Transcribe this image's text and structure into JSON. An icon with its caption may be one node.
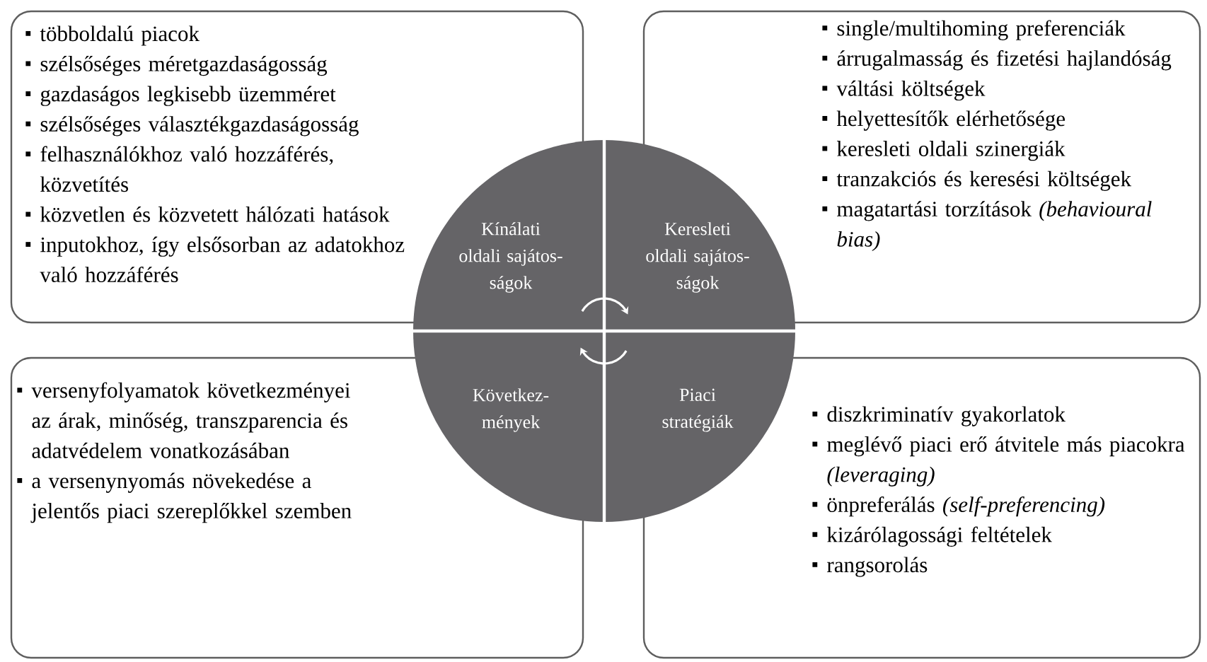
{
  "diagram": {
    "nodes": [
      {
        "text": [
          "többoldalú piacok",
          "szélsőséges méretgazdaságosság",
          "gazdaságos legkisebb üzemméret",
          "szélsőséges választékgazdaságosság",
          "felhasználókhoz való hozzáférés, közvetítés",
          "közvetlen és közvetett hálózati hatások",
          "inputokhoz, így elsősorban az adatokhoz való hozzáférés"
        ]
      },
      {
        "text": [
          "single/multihoming preferenciák",
          "árrugalmasság és fizetési hajlandóság",
          "váltási költségek",
          "helyettesítők elérhetősége",
          "keresleti oldali szinergiák",
          "tranzakciós és keresési költségek",
          "magatartási torzítások *(behavioural bias)*"
        ]
      },
      {
        "text": [
          "versenyfolyamatok következményei az árak, minőség, transzparencia és adatvédelem vonatkozásában",
          "a versenynyomás növekedése a jelentős piaci szereplőkkel szemben"
        ]
      },
      {
        "text": [
          "diszkriminatív gyakorlatok",
          "meglévő piaci erő átvitele más piacokra *(leveraging)*",
          "önpreferálás *(self-preferencing)*",
          "kizárólagossági feltételek",
          "rangsorolás"
        ]
      },
      {
        "text": [
          "Kínálati oldali sajátos- ságok"
        ]
      },
      {
        "text": [
          "Keresleti oldali sajátos- ságok"
        ]
      },
      {
        "text": [
          "Következ- mények"
        ]
      },
      {
        "text": [
          "Piaci stratégiák"
        ]
      }
    ],
    "edges": [
      {
        "from": 4,
        "to": 5,
        "arrow": "to"
      },
      {
        "from": 7,
        "to": 6,
        "arrow": "to"
      }
    ]
  }
}
